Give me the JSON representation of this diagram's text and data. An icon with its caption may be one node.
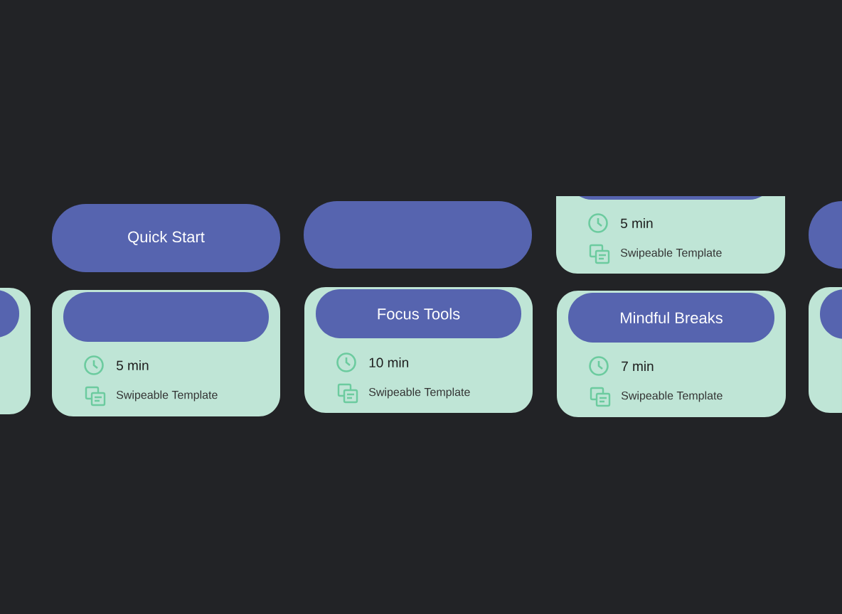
{
  "diagram": {
    "nodes": [
      {
        "text": [
          "Quick Start"
        ]
      },
      {
        "text": [],
        "shape": "box"
      },
      {
        "text": [
          "5 min",
          "Swipeable Template"
        ]
      },
      {
        "text": [],
        "shape": "box",
        "in": 2
      },
      {
        "text": [],
        "shape": "box"
      },
      {
        "text": [],
        "shape": "box"
      },
      {
        "text": [],
        "shape": "box",
        "in": 5
      },
      {
        "text": [
          "5 min",
          "Swipeable Template"
        ]
      },
      {
        "text": [],
        "shape": "box",
        "in": 7
      },
      {
        "text": [
          "10 min",
          "Swipeable Template"
        ]
      },
      {
        "text": [
          "Focus Tools"
        ],
        "in": 9
      },
      {
        "text": [
          "7 min",
          "Swipeable Template"
        ]
      },
      {
        "text": [
          "Mindful Breaks"
        ],
        "in": 11
      },
      {
        "text": [],
        "shape": "box"
      },
      {
        "text": [],
        "shape": "box",
        "in": 13
      }
    ]
  }
}
